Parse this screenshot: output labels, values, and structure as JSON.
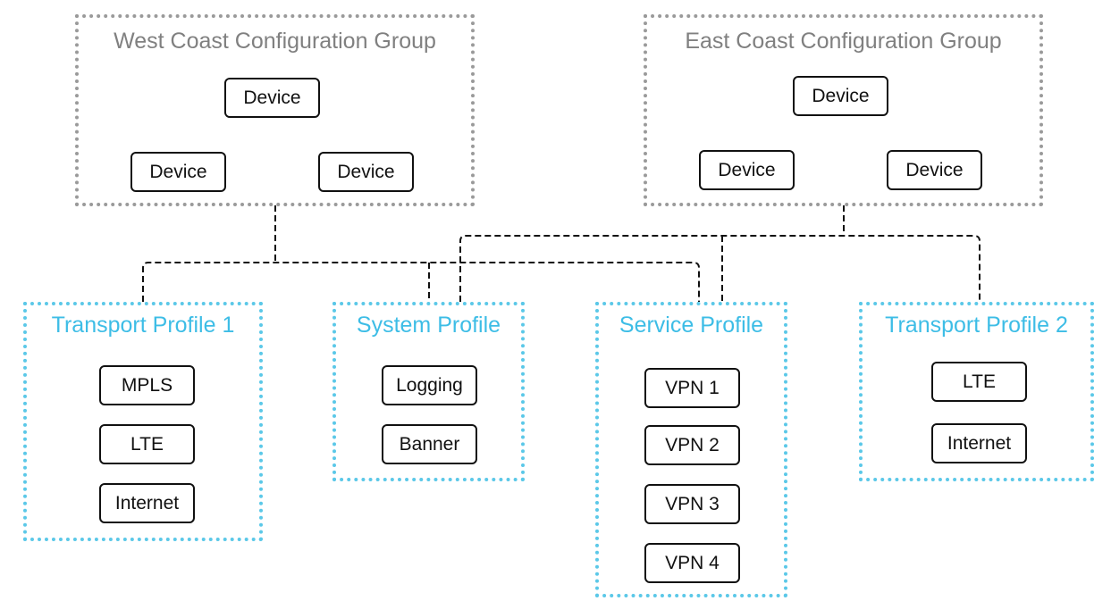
{
  "groups": {
    "west": {
      "title": "West Coast Configuration Group",
      "devices": [
        "Device",
        "Device",
        "Device"
      ]
    },
    "east": {
      "title": "East Coast Configuration Group",
      "devices": [
        "Device",
        "Device",
        "Device"
      ]
    }
  },
  "profiles": {
    "transport1": {
      "title": "Transport Profile 1",
      "items": [
        "MPLS",
        "LTE",
        "Internet"
      ]
    },
    "system": {
      "title": "System Profile",
      "items": [
        "Logging",
        "Banner"
      ]
    },
    "service": {
      "title": "Service Profile",
      "items": [
        "VPN 1",
        "VPN 2",
        "VPN 3",
        "VPN 4"
      ]
    },
    "transport2": {
      "title": "Transport Profile 2",
      "items": [
        "LTE",
        "Internet"
      ]
    }
  },
  "colors": {
    "group_border": "#9a9a9a",
    "group_text": "#808080",
    "profile_border": "#5bc8e8",
    "profile_text": "#3dbde6",
    "connector": "#111111"
  }
}
